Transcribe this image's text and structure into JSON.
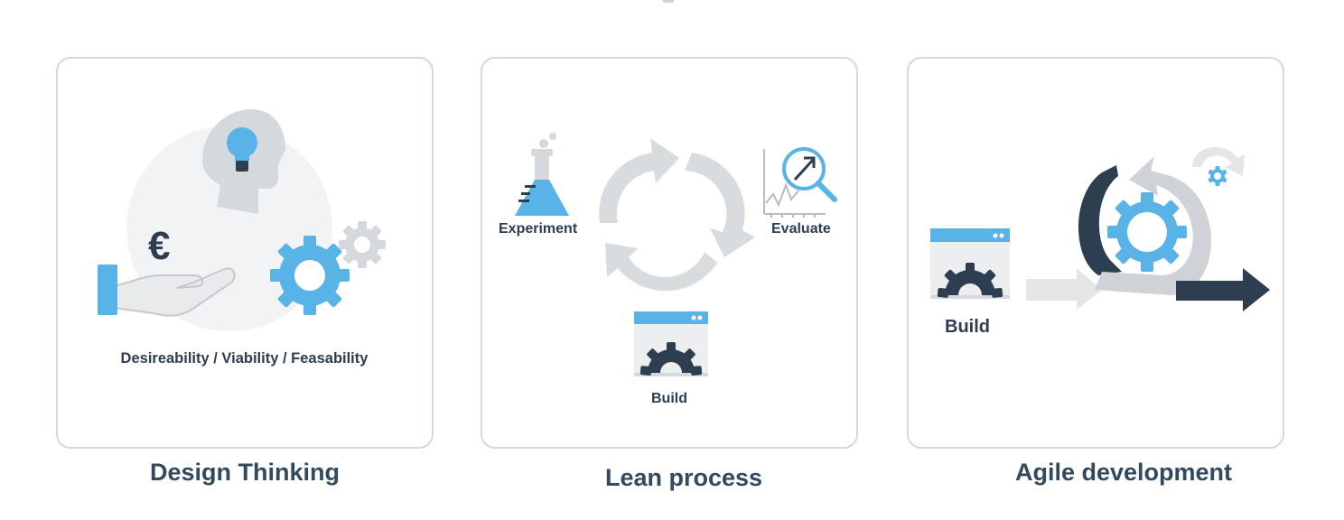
{
  "panels": [
    {
      "title": "Design Thinking",
      "caption": "Desireability / Viability / Feasability"
    },
    {
      "title": "Lean process",
      "labels": {
        "experiment": "Experiment",
        "evaluate": "Evaluate",
        "build": "Build"
      }
    },
    {
      "title": "Agile development",
      "labels": {
        "build": "Build"
      }
    }
  ],
  "icons": {
    "currency_symbol": "€"
  },
  "colors": {
    "accent_blue": "#5ab3e6",
    "dark_navy": "#2c3e50",
    "light_gray": "#d9dcdf",
    "panel_border": "#d6d8db"
  }
}
